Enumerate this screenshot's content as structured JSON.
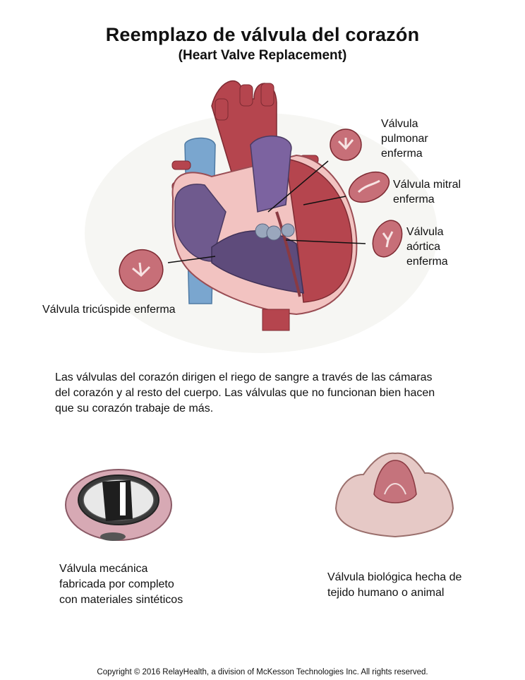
{
  "title": "Reemplazo de válvula del corazón",
  "subtitle": "(Heart Valve Replacement)",
  "labels": {
    "pulmonary": [
      "Válvula",
      "pulmonar",
      "enferma"
    ],
    "mitral": [
      "Válvula mitral",
      "enferma"
    ],
    "aortic": [
      "Válvula",
      "aórtica",
      "enferma"
    ],
    "tricuspid": "Válvula tricúspide enferma"
  },
  "description": [
    "Las válvulas del corazón dirigen el riego de sangre a través de las cámaras",
    "del corazón y al resto del cuerpo. Las válvulas que no funcionan bien hacen",
    "que su corazón trabaje de más."
  ],
  "mechanical_caption": [
    "Válvula mecánica",
    "fabricada por completo",
    "con materiales sintéticos"
  ],
  "biological_caption": [
    "Válvula biológica hecha de",
    "tejido humano o animal"
  ],
  "copyright": "Copyright © 2016 RelayHealth, a division of McKesson Technologies Inc. All rights reserved.",
  "colors": {
    "heart_red": "#b5454e",
    "vessel_blue": "#7aa6cf",
    "vessel_purple": "#6f5a8e",
    "valve_pink": "#c76f78"
  }
}
